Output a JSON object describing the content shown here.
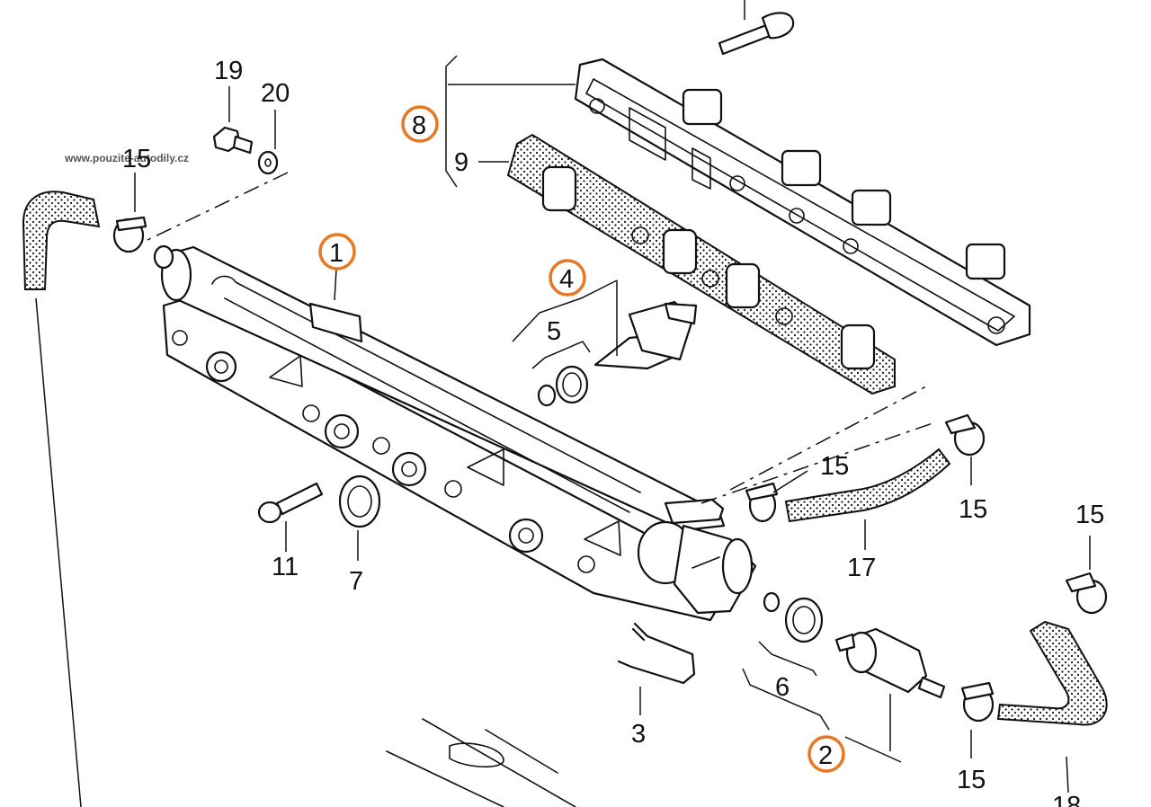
{
  "watermark": "www.pouzite-autodily.cz",
  "labels": {
    "l19": "19",
    "l20": "20",
    "l15_a": "15",
    "l8": "8",
    "l9": "9",
    "l1": "1",
    "l4": "4",
    "l5": "5",
    "l15_b": "15",
    "l15_c": "15",
    "l15_d": "15",
    "l17": "17",
    "l11": "11",
    "l7": "7",
    "l6": "6",
    "l3": "3",
    "l2": "2",
    "l15_e": "15",
    "l18": "18"
  },
  "colors": {
    "highlight_ring": "#e87722",
    "line": "#111111"
  }
}
